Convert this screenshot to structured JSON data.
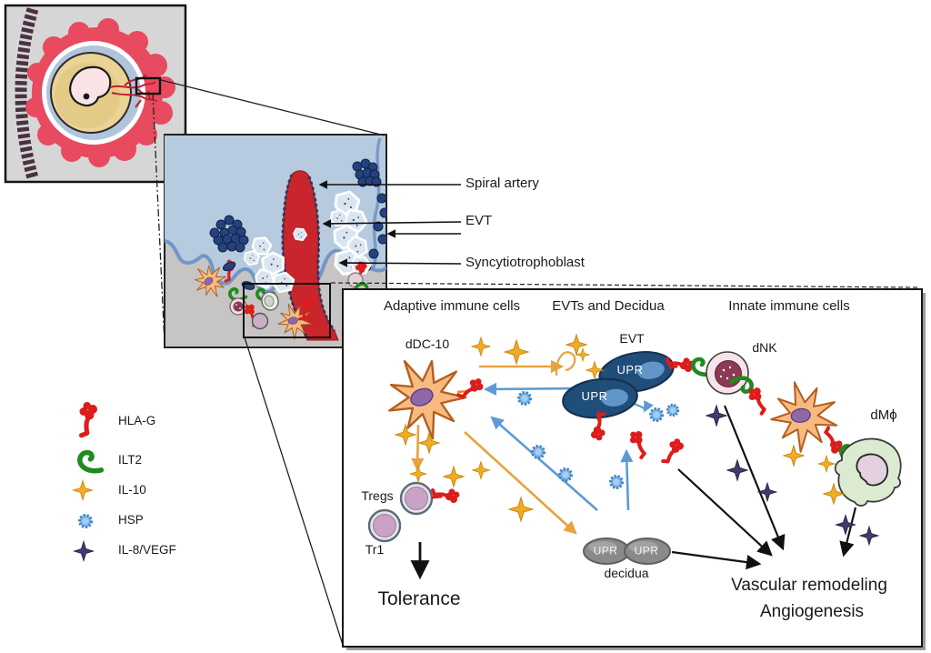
{
  "figure_labels": {
    "spiral_artery": "Spiral artery",
    "evt": "EVT",
    "syncytiotrophoblast": "Syncytiotrophoblast"
  },
  "legend": {
    "hla_g": "HLA-G",
    "ilt2": "ILT2",
    "il10": "IL-10",
    "hsp": "HSP",
    "il8_vegf": "IL-8/VEGF"
  },
  "panel": {
    "col_adaptive": "Adaptive immune cells",
    "col_evts": "EVTs and Decidua",
    "col_innate": "Innate immune cells",
    "ddc10": "dDC-10",
    "evt": "EVT",
    "dnk": "dNK",
    "dmphi": "dMϕ",
    "tregs": "Tregs",
    "tr1": "Tr1",
    "upr": "UPR",
    "decidua": "decidua",
    "tolerance": "Tolerance",
    "vascular_remodeling": "Vascular remodeling",
    "angiogenesis": "Angiogenesis"
  },
  "colors": {
    "hla_g_red": "#dd1c1c",
    "ilt2_green": "#1f8b1f",
    "il10_gold": "#f0ad24",
    "hsp_blue": "#5b9bd5",
    "il8_vegf_navy": "#3f3c6e",
    "evt_cell_navy": "#1f4e79",
    "artery_red": "#c9252c",
    "decidua_gray": "#8a8a8a",
    "panel_gray": "#c6c5c3"
  }
}
